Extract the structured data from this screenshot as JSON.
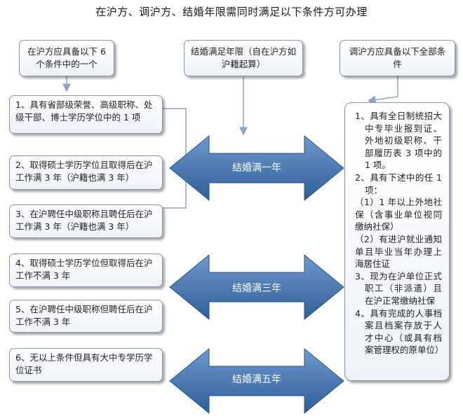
{
  "title": "在沪方、调沪方、结婚年限需同时满足以下条件方可办理",
  "top_boxes": {
    "left": "在沪方应具备以下 6 个条件中的一个",
    "middle": "结婚满足年限（自在沪方如沪籍起算）",
    "right": "调沪方应具备以下全部条件"
  },
  "conditions": [
    "1、具有省部级荣誉、高级职称、处级干部、博士学历学位中的 1 项",
    "2、取得硕士学历学位且取得后在沪工作满 3 年（沪籍也满 3 年）",
    "3、在沪聘任中级职称且聘任后在沪工作满 3 年（沪籍也满 3 年）",
    "4、取得硕士学历学位但取得后在沪工作不满 3 年",
    "5、在沪聘任中级职称但聘任后在沪工作不满 3 年",
    "6、无以上条件但具有大中专学历学位证书"
  ],
  "arrows": [
    "结婚满一年",
    "结婚满三年",
    "结婚满五年"
  ],
  "right_requirements": [
    "1、具有全日制统招大中专毕业报到证、外地初级职称、干部履历表 3 项中的 1 项。",
    "2、具有下述中的任 1 项：",
    "（1）1 年以上外地社保（含事业单位视同缴纳社保）",
    "（2）有进沪就业通知单且毕业当年办理上海居住证",
    "3、现为在沪单位正式职工（非派遣）且在沪正常缴纳社保",
    "4、具有完成的人事档案且档案存放于人才中心（或具有档案管理权的原单位）"
  ],
  "colors": {
    "border": "#7f97b5",
    "arrow_dark": "#2f5f97",
    "arrow_light": "#6f98cf",
    "connector": "#8ea4c4"
  }
}
